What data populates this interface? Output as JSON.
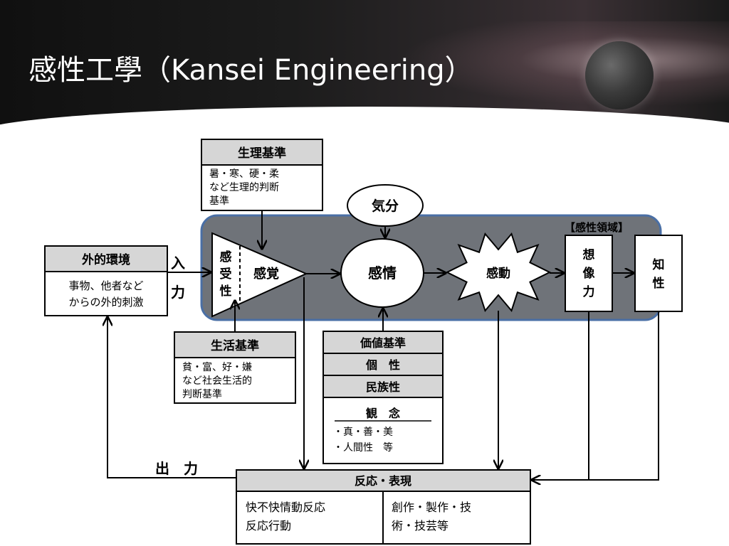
{
  "title": "感性工學（Kansei Engineering）",
  "region_label": "【感性領域】",
  "nodes": {
    "seiri_header": "生理基準",
    "seiri_body": [
      "暑・寒、硬・柔",
      "など生理的判断",
      "基準"
    ],
    "kibun": "気分",
    "gaiteki_header": "外的環境",
    "gaiteki_body": [
      "事物、他者など",
      "からの外的刺激"
    ],
    "input_label": [
      "入",
      "力"
    ],
    "kanjusei": [
      "感",
      "受",
      "性"
    ],
    "kankaku": "感覚",
    "kanjou": "感情",
    "kandou": "感動",
    "souzouryoku": [
      "想",
      "像",
      "力"
    ],
    "chisei": [
      "知",
      "性"
    ],
    "seikatsu_header": "生活基準",
    "seikatsu_body": [
      "貧・富、好・嫌",
      "など社会生活的",
      "判断基準"
    ],
    "kachi_header": "価値基準",
    "kosei": "個　性",
    "minzokusei": "民族性",
    "kannen_header": "観　念",
    "kannen_body": [
      "・真・善・美",
      "・人間性　等"
    ],
    "output_label": "出　力",
    "hannou_header": "反応・表現",
    "hannou_left": [
      "快不快情動反応",
      "反応行動"
    ],
    "hannou_right": [
      "創作・製作・技",
      "術・技芸等"
    ]
  },
  "colors": {
    "region_fill": "#6f7379",
    "region_border": "#4a6fa5",
    "header_fill": "#d6d6d6",
    "title_text": "#ffffff"
  }
}
